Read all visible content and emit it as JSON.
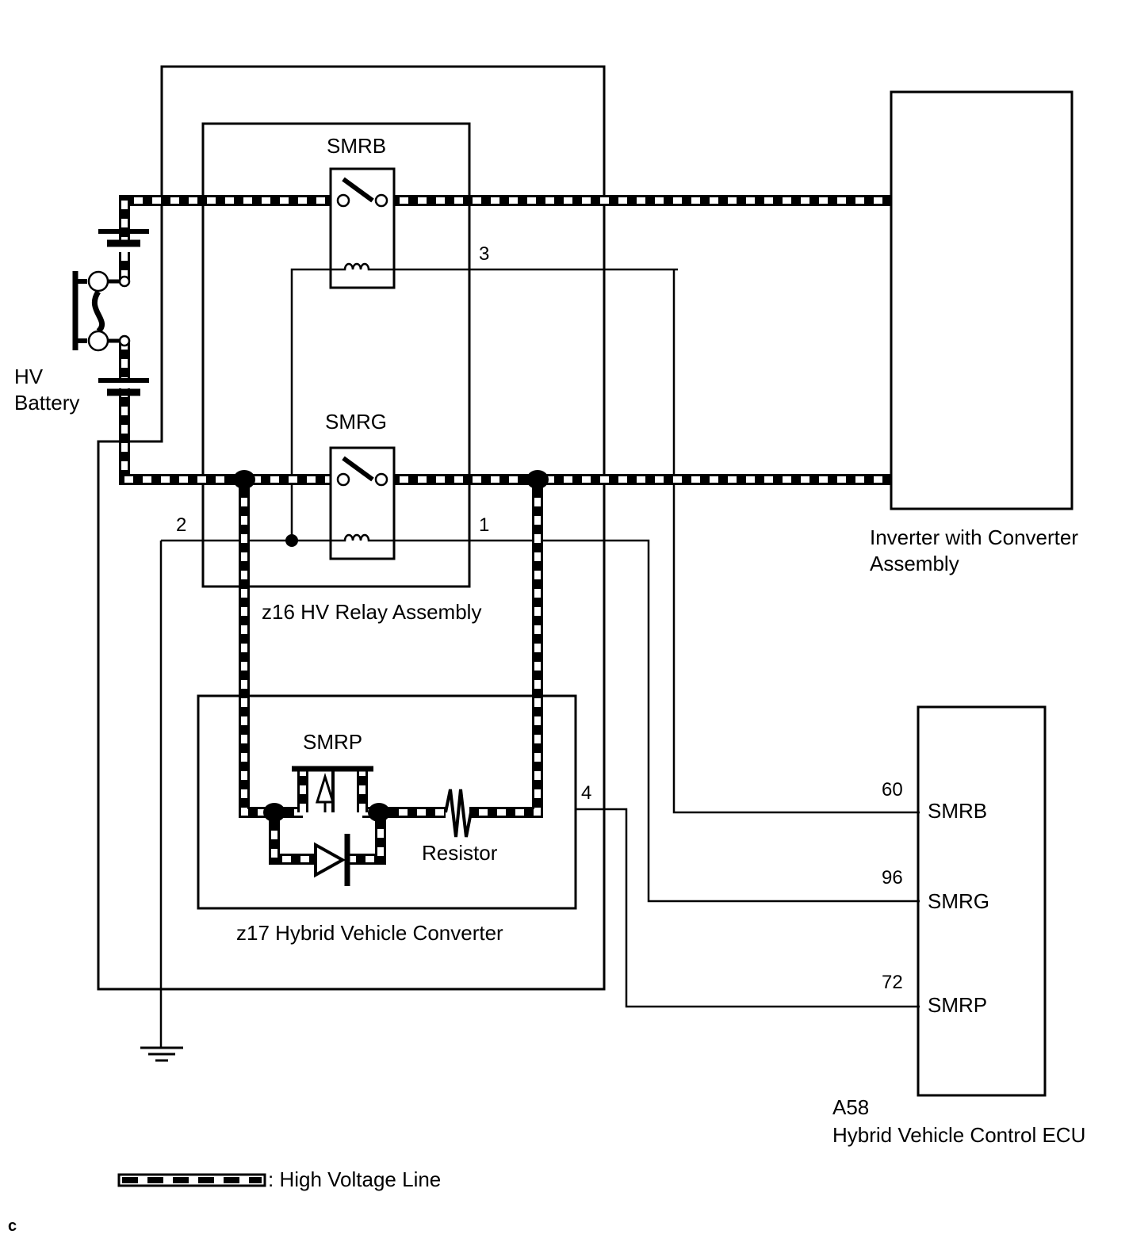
{
  "components": {
    "hv_battery": {
      "line1": "HV",
      "line2": "Battery"
    },
    "relay_assembly": {
      "label": "z16 HV Relay Assembly"
    },
    "smrb_relay": {
      "label": "SMRB"
    },
    "smrg_relay": {
      "label": "SMRG"
    },
    "converter": {
      "label": "z17 Hybrid Vehicle Converter"
    },
    "smrp": {
      "label": "SMRP"
    },
    "resistor": {
      "label": "Resistor"
    },
    "inverter": {
      "line1": "Inverter with Converter",
      "line2": "Assembly"
    },
    "ecu": {
      "line1": "A58",
      "line2": "Hybrid Vehicle Control ECU"
    }
  },
  "pins": {
    "relay_3": "3",
    "relay_2": "2",
    "relay_1": "1",
    "converter_4": "4"
  },
  "ecu_terminals": [
    {
      "pin": "60",
      "name": "SMRB"
    },
    {
      "pin": "96",
      "name": "SMRG"
    },
    {
      "pin": "72",
      "name": "SMRP"
    }
  ],
  "legend": {
    "text": ": High Voltage Line"
  },
  "corner_mark": "c"
}
